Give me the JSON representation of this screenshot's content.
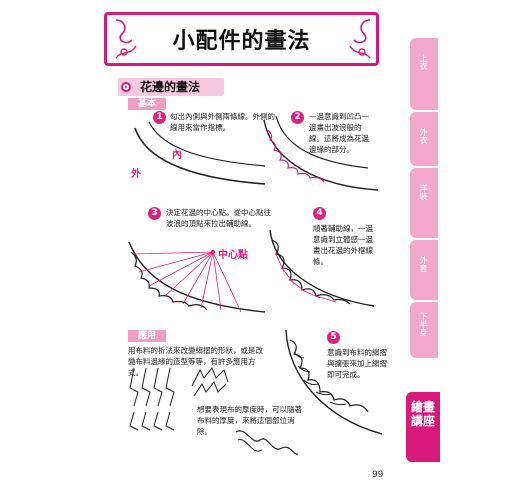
{
  "page": {
    "title": "小配件的畫法",
    "section": "花邊的畫法",
    "page_number": "99"
  },
  "basic": {
    "tag": "基本",
    "steps": [
      {
        "num": "1",
        "text": "勾出內側與外側兩條線。外側的線用來當作指標。"
      },
      {
        "num": "2",
        "text": "一邊意識到凹凸一邊畫出波浪般的線。這將成為花邊邊緣的部分。"
      },
      {
        "num": "3",
        "text": "決定花邊的中心點。從中心點往波浪的頂點來拉出輔助線。"
      },
      {
        "num": "4",
        "text": "順著輔助線，一邊意識到立體感一邊畫出花邊的外框線條。"
      },
      {
        "num": "5",
        "text": "意識到布料的縐摺與擴張來加上縐摺即可完成。"
      }
    ],
    "labels": {
      "inner": "內",
      "outer": "外",
      "center": "中心點"
    }
  },
  "applied": {
    "tag": "應用",
    "text1": "用布料的折法來改變縐摺的形狀，或是改變布料邊緣的造型等等，有許多應用方式。",
    "text2": "想要表現布的厚度時，可以隨著布料的厚度，來將這個部位消除。"
  },
  "side_tabs": [
    "上衣",
    "外衣",
    "洋裝",
    "外套",
    "下半身"
  ],
  "side_active": "繪畫講座",
  "colors": {
    "accent": "#d9197a",
    "light": "#f6c8dd",
    "tab": "#f2a9c9"
  }
}
